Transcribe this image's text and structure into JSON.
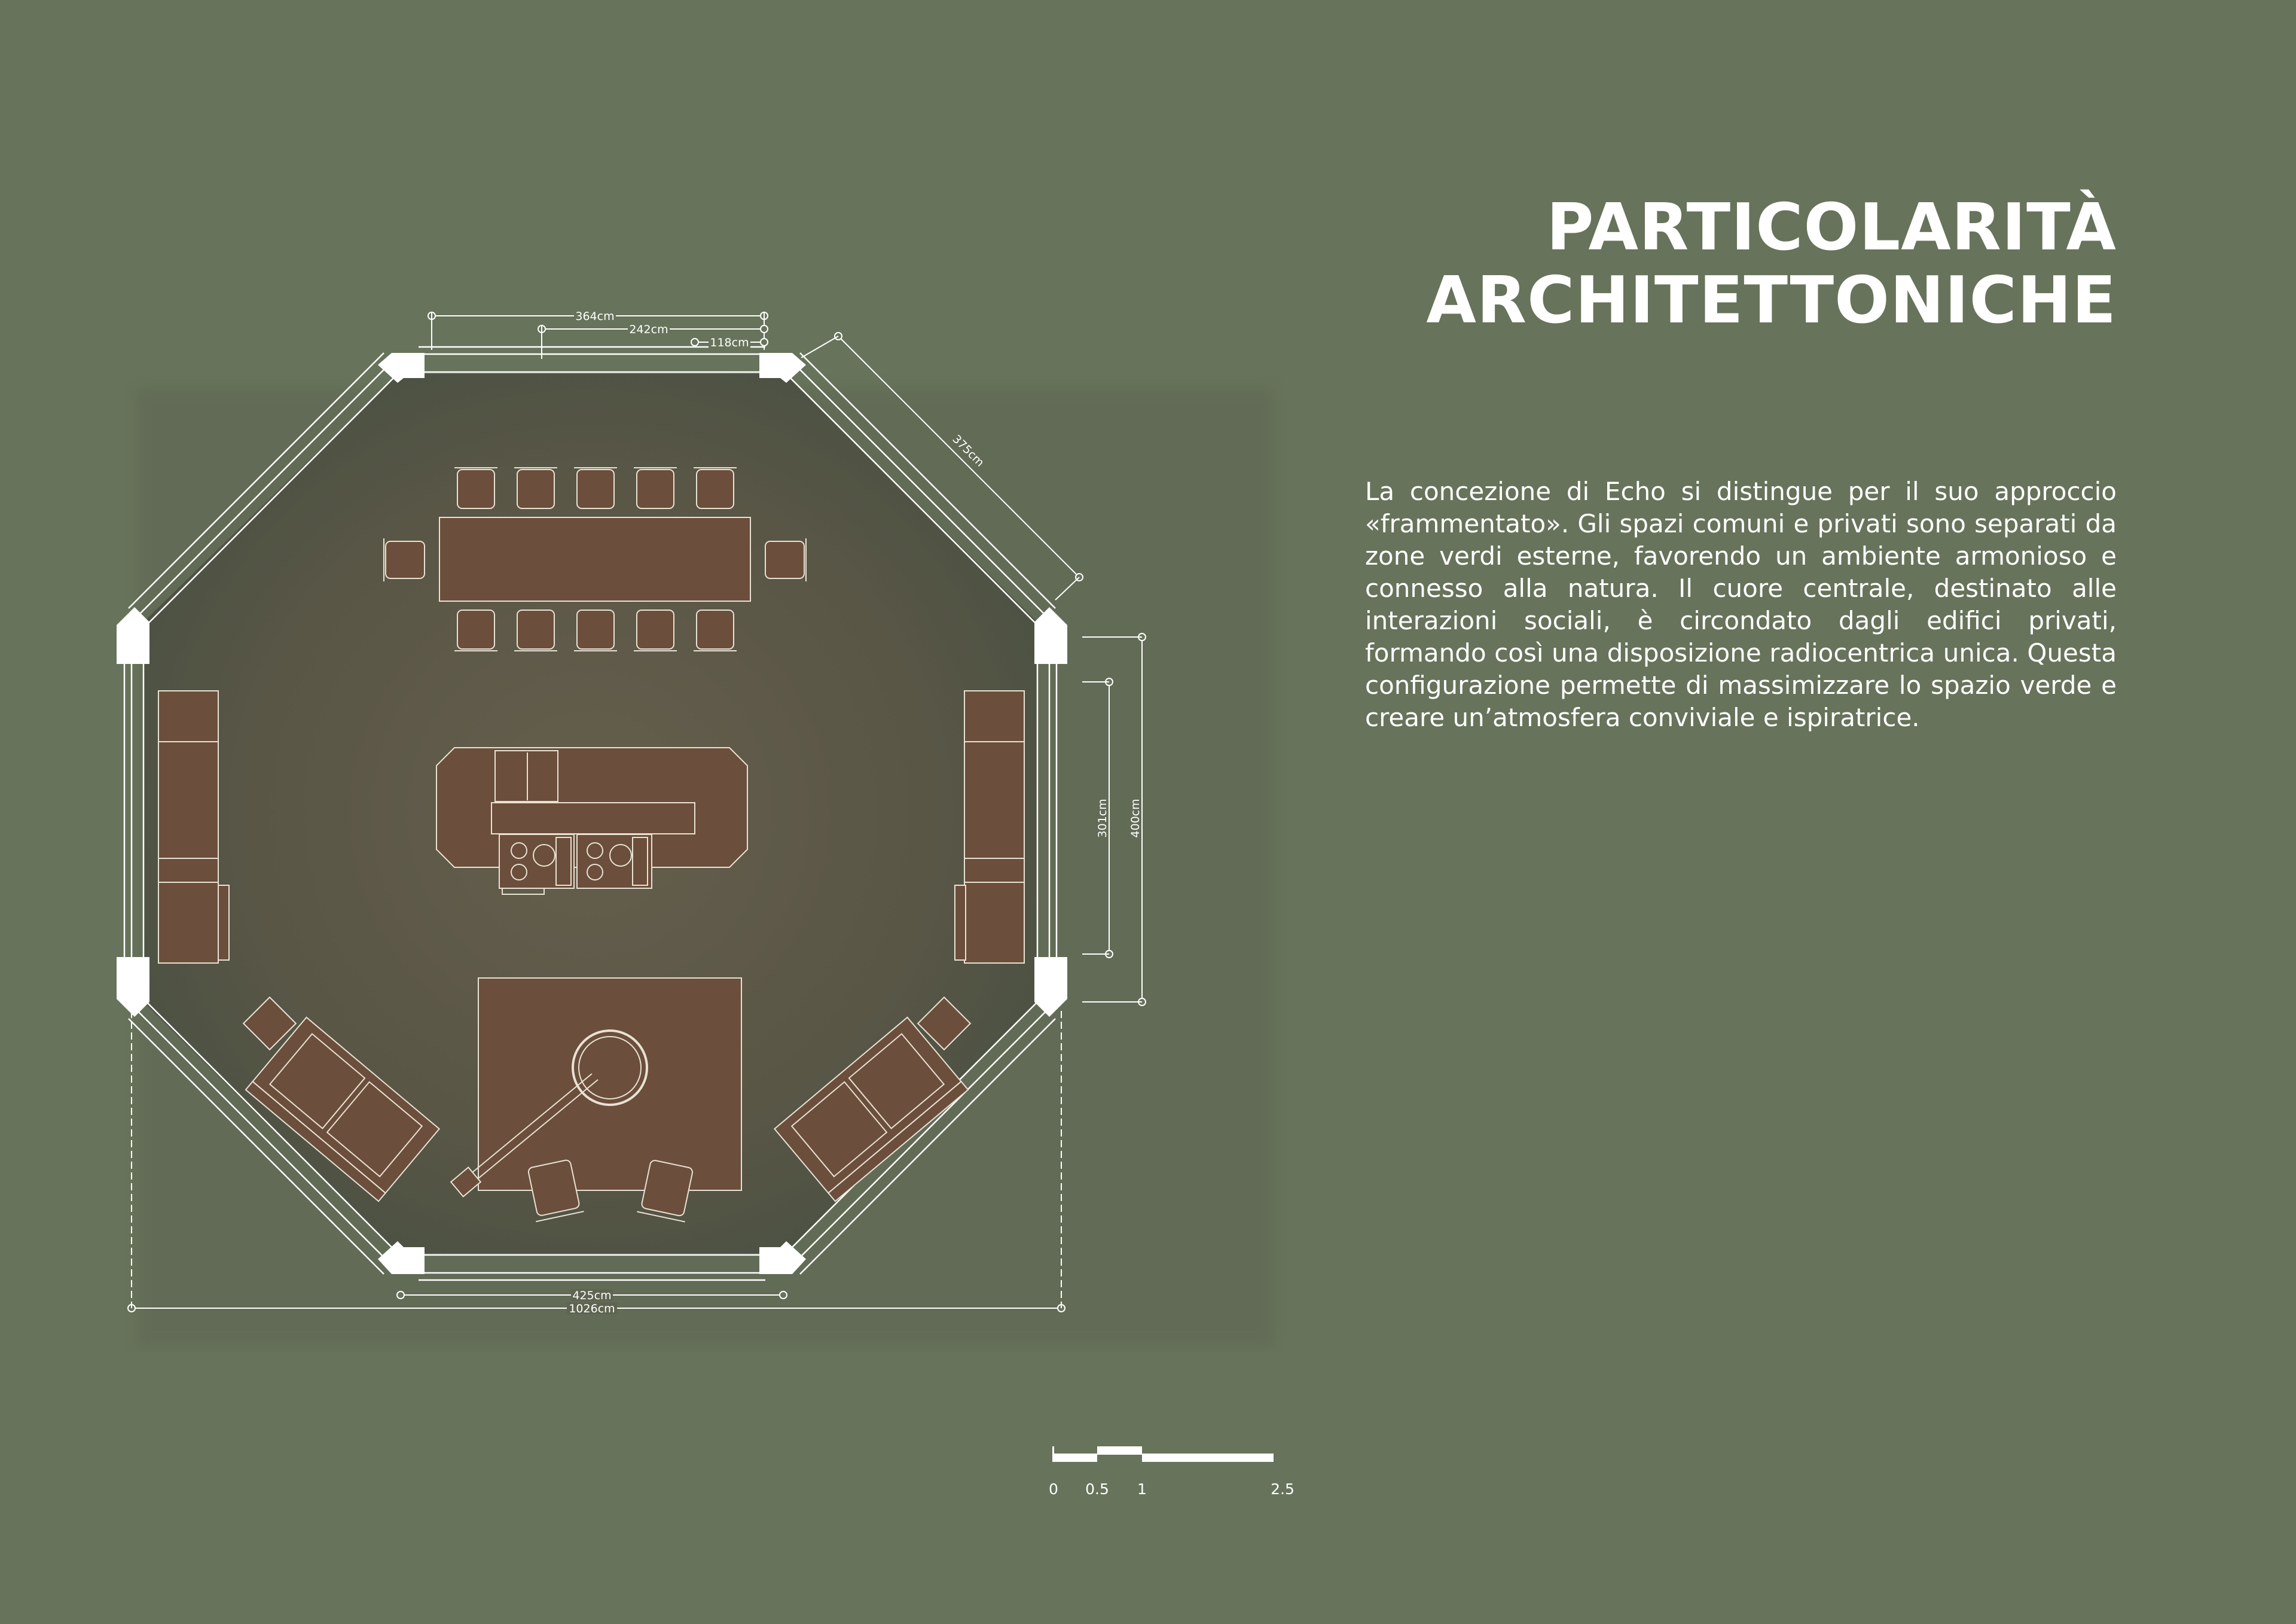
{
  "title": {
    "line1": "PARTICOLARITÀ",
    "line2": "ARCHITETTONICHE"
  },
  "description": "La concezione di Echo si distingue per il suo approccio «frammentato». Gli spazi comuni e privati sono separati da zone verdi esterne, favorendo un ambiente armonioso e connesso alla natura. Il cuore centrale, destinato alle interazioni sociali, è circondato dagli edifici privati, formando così una disposizione radiocentrica unica. Questa configurazione permette di massimizzare lo spazio verde e creare un’atmosfera conviviale e ispiratrice.",
  "dimensions": {
    "top_outer": "364cm",
    "top_mid": "242cm",
    "top_inner": "118cm",
    "diagonal": "375cm",
    "right_inner": "301cm",
    "right_outer": "400cm",
    "bottom_inner": "425cm",
    "bottom_outer": "1026cm"
  },
  "scale_bar": {
    "labels": [
      "0",
      "0.5",
      "1",
      "2.5"
    ]
  },
  "colors": {
    "background": "#67735a",
    "floor": "#5f5b4a",
    "furniture": "#6b4e3b",
    "lines": "#ffffff"
  }
}
